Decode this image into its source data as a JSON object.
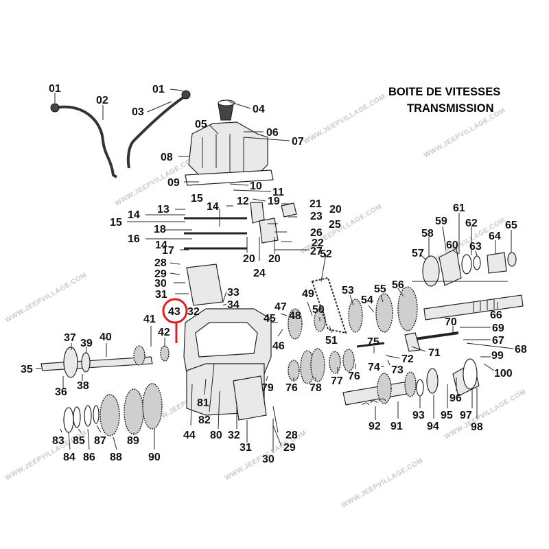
{
  "title": {
    "line1": "BOITE DE VITESSES",
    "line2": "TRANSMISSION"
  },
  "watermark": "WWW.JEEPVILLAGE.COM",
  "highlight": {
    "label": "43",
    "color": "#e21b1b"
  },
  "labels": {
    "p01a": "01",
    "p01b": "01",
    "p02": "02",
    "p03": "03",
    "p04": "04",
    "p05": "05",
    "p06": "06",
    "p07": "07",
    "p08": "08",
    "p09": "09",
    "p10": "10",
    "p11": "11",
    "p12": "12",
    "p13": "13",
    "p14a": "14",
    "p14b": "14",
    "p14c": "14",
    "p15a": "15",
    "p15b": "15",
    "p16": "16",
    "p17": "17",
    "p18": "18",
    "p19": "19",
    "p20a": "20",
    "p20b": "20",
    "p20c": "20",
    "p21": "21",
    "p22": "22",
    "p23": "23",
    "p24": "24",
    "p25": "25",
    "p26": "26",
    "p27": "27",
    "p28a": "28",
    "p28b": "28",
    "p29a": "29",
    "p29b": "29",
    "p30a": "30",
    "p30b": "30",
    "p31a": "31",
    "p31b": "31",
    "p32a": "32",
    "p32b": "32",
    "p33": "33",
    "p34": "34",
    "p35": "35",
    "p36": "36",
    "p37": "37",
    "p38": "38",
    "p39": "39",
    "p40": "40",
    "p41": "41",
    "p42": "42",
    "p44": "44",
    "p45": "45",
    "p46": "46",
    "p47": "47",
    "p48": "48",
    "p49": "49",
    "p50": "50",
    "p51": "51",
    "p52": "52",
    "p53": "53",
    "p54": "54",
    "p55": "55",
    "p56": "56",
    "p57": "57",
    "p58": "58",
    "p59": "59",
    "p60": "60",
    "p61": "61",
    "p62": "62",
    "p63": "63",
    "p64": "64",
    "p65": "65",
    "p66": "66",
    "p67": "67",
    "p68": "68",
    "p69": "69",
    "p70": "70",
    "p71": "71",
    "p72": "72",
    "p73": "73",
    "p74": "74",
    "p75": "75",
    "p76a": "76",
    "p76b": "76",
    "p77": "77",
    "p78": "78",
    "p79": "79",
    "p80": "80",
    "p81": "81",
    "p82": "82",
    "p83": "83",
    "p84": "84",
    "p85": "85",
    "p86": "86",
    "p87": "87",
    "p88": "88",
    "p89": "89",
    "p90": "90",
    "p91": "91",
    "p92": "92",
    "p93": "93",
    "p94": "94",
    "p95": "95",
    "p96": "96",
    "p97": "97",
    "p98": "98",
    "p99": "99",
    "p100": "100"
  }
}
